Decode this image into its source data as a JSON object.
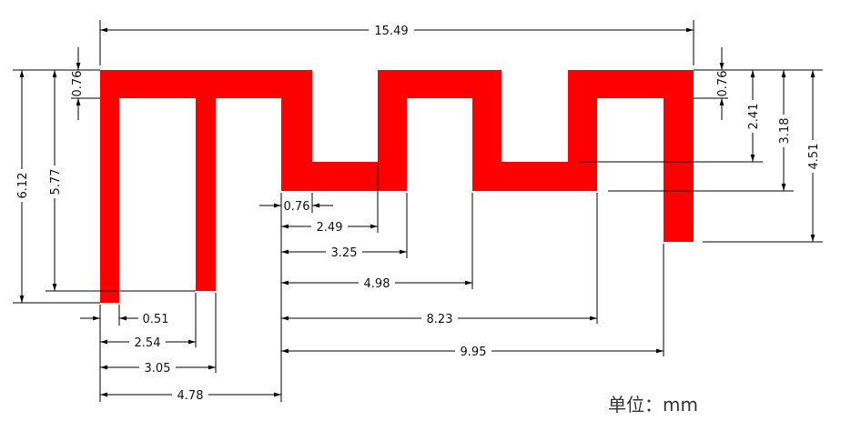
{
  "shape_color": "#ff0000",
  "line_color": "#000000",
  "unit_label": "单位：mm",
  "dims": {
    "overall_width": "15.49",
    "top_thickness_left": "0.76",
    "top_thickness_right": "0.76",
    "height_total": "6.12",
    "height_second": "5.77",
    "right_h_241": "2.41",
    "right_h_318": "3.18",
    "right_h_451": "4.51",
    "w_076": "0.76",
    "w_249": "2.49",
    "w_325": "3.25",
    "w_498": "4.98",
    "w_823": "8.23",
    "w_995": "9.95",
    "w_051": "0.51",
    "w_254": "2.54",
    "w_305": "3.05",
    "w_478": "4.78"
  }
}
